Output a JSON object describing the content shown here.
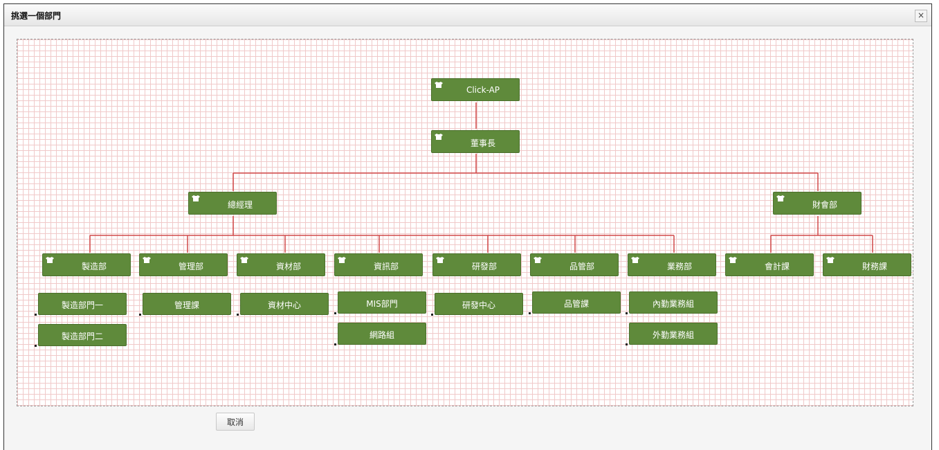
{
  "dialog": {
    "title": "挑選一個部門",
    "close_label": "×"
  },
  "org": {
    "root": "Click-AP",
    "chairman": "董事長",
    "general_manager": "總經理",
    "finance": "財會部",
    "departments": [
      "製造部",
      "管理部",
      "資材部",
      "資訊部",
      "研發部",
      "品管部",
      "業務部",
      "會計課",
      "財務課"
    ],
    "leaves": [
      "製造部門一",
      "製造部門二",
      "管理課",
      "資材中心",
      "MIS部門",
      "網路組",
      "研發中心",
      "品管課",
      "內勤業務組",
      "外勤業務組"
    ]
  },
  "footer": {
    "cancel_label": "取消"
  },
  "colors": {
    "node": "#5f8a3b",
    "connector": "#d04848",
    "grid": "#f0c9c9"
  }
}
